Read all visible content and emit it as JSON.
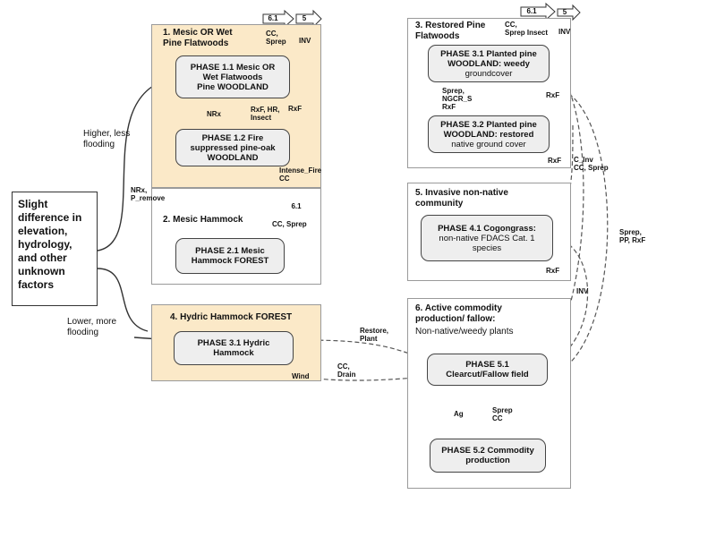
{
  "factor_box": {
    "lines": [
      "Slight",
      "difference in",
      "elevation,",
      "hydrology,",
      "and other",
      "unknown",
      "factors"
    ]
  },
  "side_labels": {
    "higher": [
      "Higher, less",
      "flooding"
    ],
    "lower": [
      "Lower, more",
      "flooding"
    ]
  },
  "states": {
    "s1": {
      "title": [
        "1. Mesic OR Wet",
        "Pine Flatwoods"
      ]
    },
    "s2": {
      "title": "2. Mesic Hammock"
    },
    "s3": {
      "title": [
        "3. Restored Pine",
        "Flatwoods"
      ]
    },
    "s4": {
      "title": "4. Hydric Hammock FOREST"
    },
    "s5": {
      "title": [
        "5. Invasive non-native",
        "community"
      ]
    },
    "s6": {
      "title": [
        "6. Active commodity",
        "production/ fallow:"
      ],
      "subtitle": "Non-native/weedy plants"
    }
  },
  "phases": {
    "p11": {
      "lines": [
        "PHASE 1.1 Mesic  OR",
        "Wet Flatwoods",
        "Pine WOODLAND"
      ]
    },
    "p12": {
      "lines": [
        "PHASE 1.2 Fire",
        "suppressed pine-oak",
        "WOODLAND"
      ]
    },
    "p21": {
      "lines": [
        "PHASE 2.1 Mesic",
        "Hammock FOREST"
      ]
    },
    "p31h": {
      "lines": [
        "PHASE 3.1 Hydric",
        "Hammock"
      ]
    },
    "p31": {
      "lines": [
        "PHASE 3.1  Planted pine",
        "WOODLAND: weedy",
        "groundcover"
      ]
    },
    "p32": {
      "lines": [
        "PHASE 3.2  Planted pine",
        "WOODLAND: restored",
        "native ground cover"
      ]
    },
    "p41": {
      "lines": [
        "PHASE 4.1 Cogongrass:",
        "non-native FDACS  Cat. 1",
        "species"
      ]
    },
    "p51": {
      "lines": [
        "PHASE 5.1",
        "Clearcut/Fallow  field"
      ]
    },
    "p52": {
      "lines": [
        "PHASE 5.2 Commodity",
        "production"
      ]
    }
  },
  "badges": {
    "b61": "6.1",
    "b5": "5"
  },
  "labels": {
    "cc_sprep_1": [
      "CC,",
      "Sprep"
    ],
    "inv_1": "INV",
    "nrx": "NRx",
    "rxf_hr": [
      "RxF, HR,",
      "Insect"
    ],
    "rxf_1": "RxF",
    "intense_fire": [
      "Intense_Fire",
      "CC"
    ],
    "nrx_premove": [
      "NRx,",
      "P_remove"
    ],
    "cc_sprep_2": "CC, Sprep",
    "cc_sprep_insect": [
      "CC,",
      "Sprep Insect"
    ],
    "inv_3": "INV",
    "sprep_ngcr": [
      "Sprep,",
      "NGCR_S",
      "RxF"
    ],
    "rxf_31": "RxF",
    "rxf_32": "RxF",
    "c_inv": [
      "C_Inv",
      "CC, Sprep"
    ],
    "sprep_pp": [
      "Sprep,",
      "PP, RxF"
    ],
    "rxf_41": "RxF",
    "inv_6": "INV",
    "restore_plant": [
      "Restore,",
      "Plant"
    ],
    "cc_drain": [
      "CC,",
      "Drain"
    ],
    "wind": "Wind",
    "ag": "Ag",
    "sprep_cc": [
      "Sprep",
      "CC"
    ]
  }
}
